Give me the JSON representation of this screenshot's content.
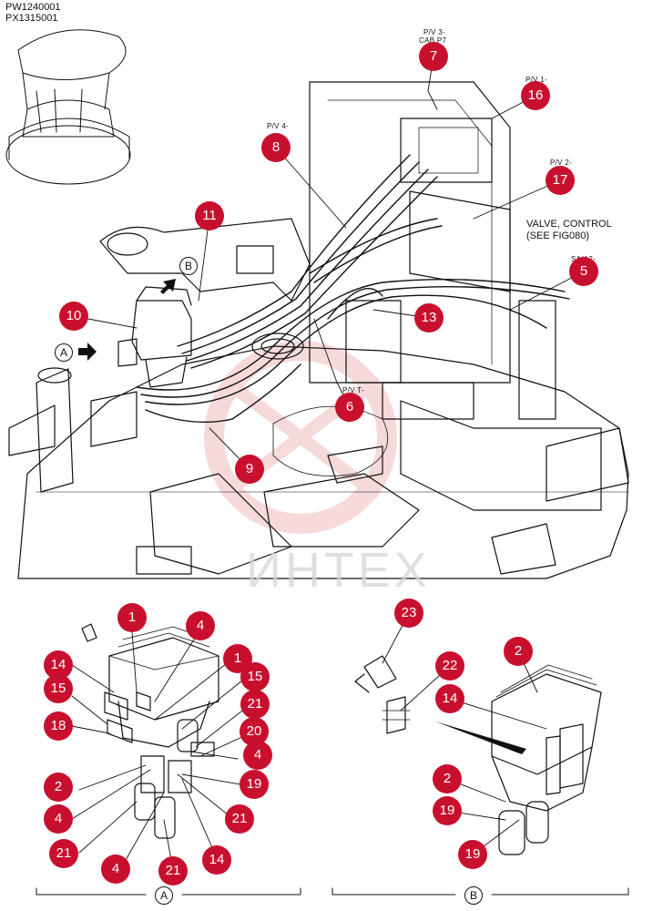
{
  "header": {
    "codes": [
      "PW1240001",
      "PX1315001"
    ]
  },
  "note": {
    "line1": "VALVE, CONTROL",
    "line2": "(SEE FIG080)"
  },
  "pv_labels": {
    "pv3": "P/V 3-",
    "cab": "CAB P7",
    "pv1": "P/V 1-",
    "pv4": "P/V 4-",
    "pv2": "P/V 2-",
    "sa": "SA/A2-",
    "pvt": "P/V T-"
  },
  "views": {
    "a": "A",
    "b": "B"
  },
  "callouts": {
    "c7": "7",
    "c16": "16",
    "c8": "8",
    "c17": "17",
    "c11": "11",
    "c5": "5",
    "c10": "10",
    "c13": "13",
    "c6": "6",
    "c9": "9",
    "a1a": "1",
    "a4a": "4",
    "a14a": "14",
    "a1b": "1",
    "a15a": "15",
    "a15b": "15",
    "a21a": "21",
    "a18": "18",
    "a20": "20",
    "a4b": "4",
    "a2": "2",
    "a19": "19",
    "a4c": "4",
    "a21b": "21",
    "a21c": "21",
    "a4d": "4",
    "a21d": "21",
    "a14b": "14",
    "b23": "23",
    "b2a": "2",
    "b22": "22",
    "b14": "14",
    "b2b": "2",
    "b19a": "19",
    "b19b": "19"
  },
  "watermark": "ИНТЕХ",
  "colors": {
    "callout": "#c8102e",
    "line": "#111111",
    "watermark_logo": "#f2c8c8"
  }
}
